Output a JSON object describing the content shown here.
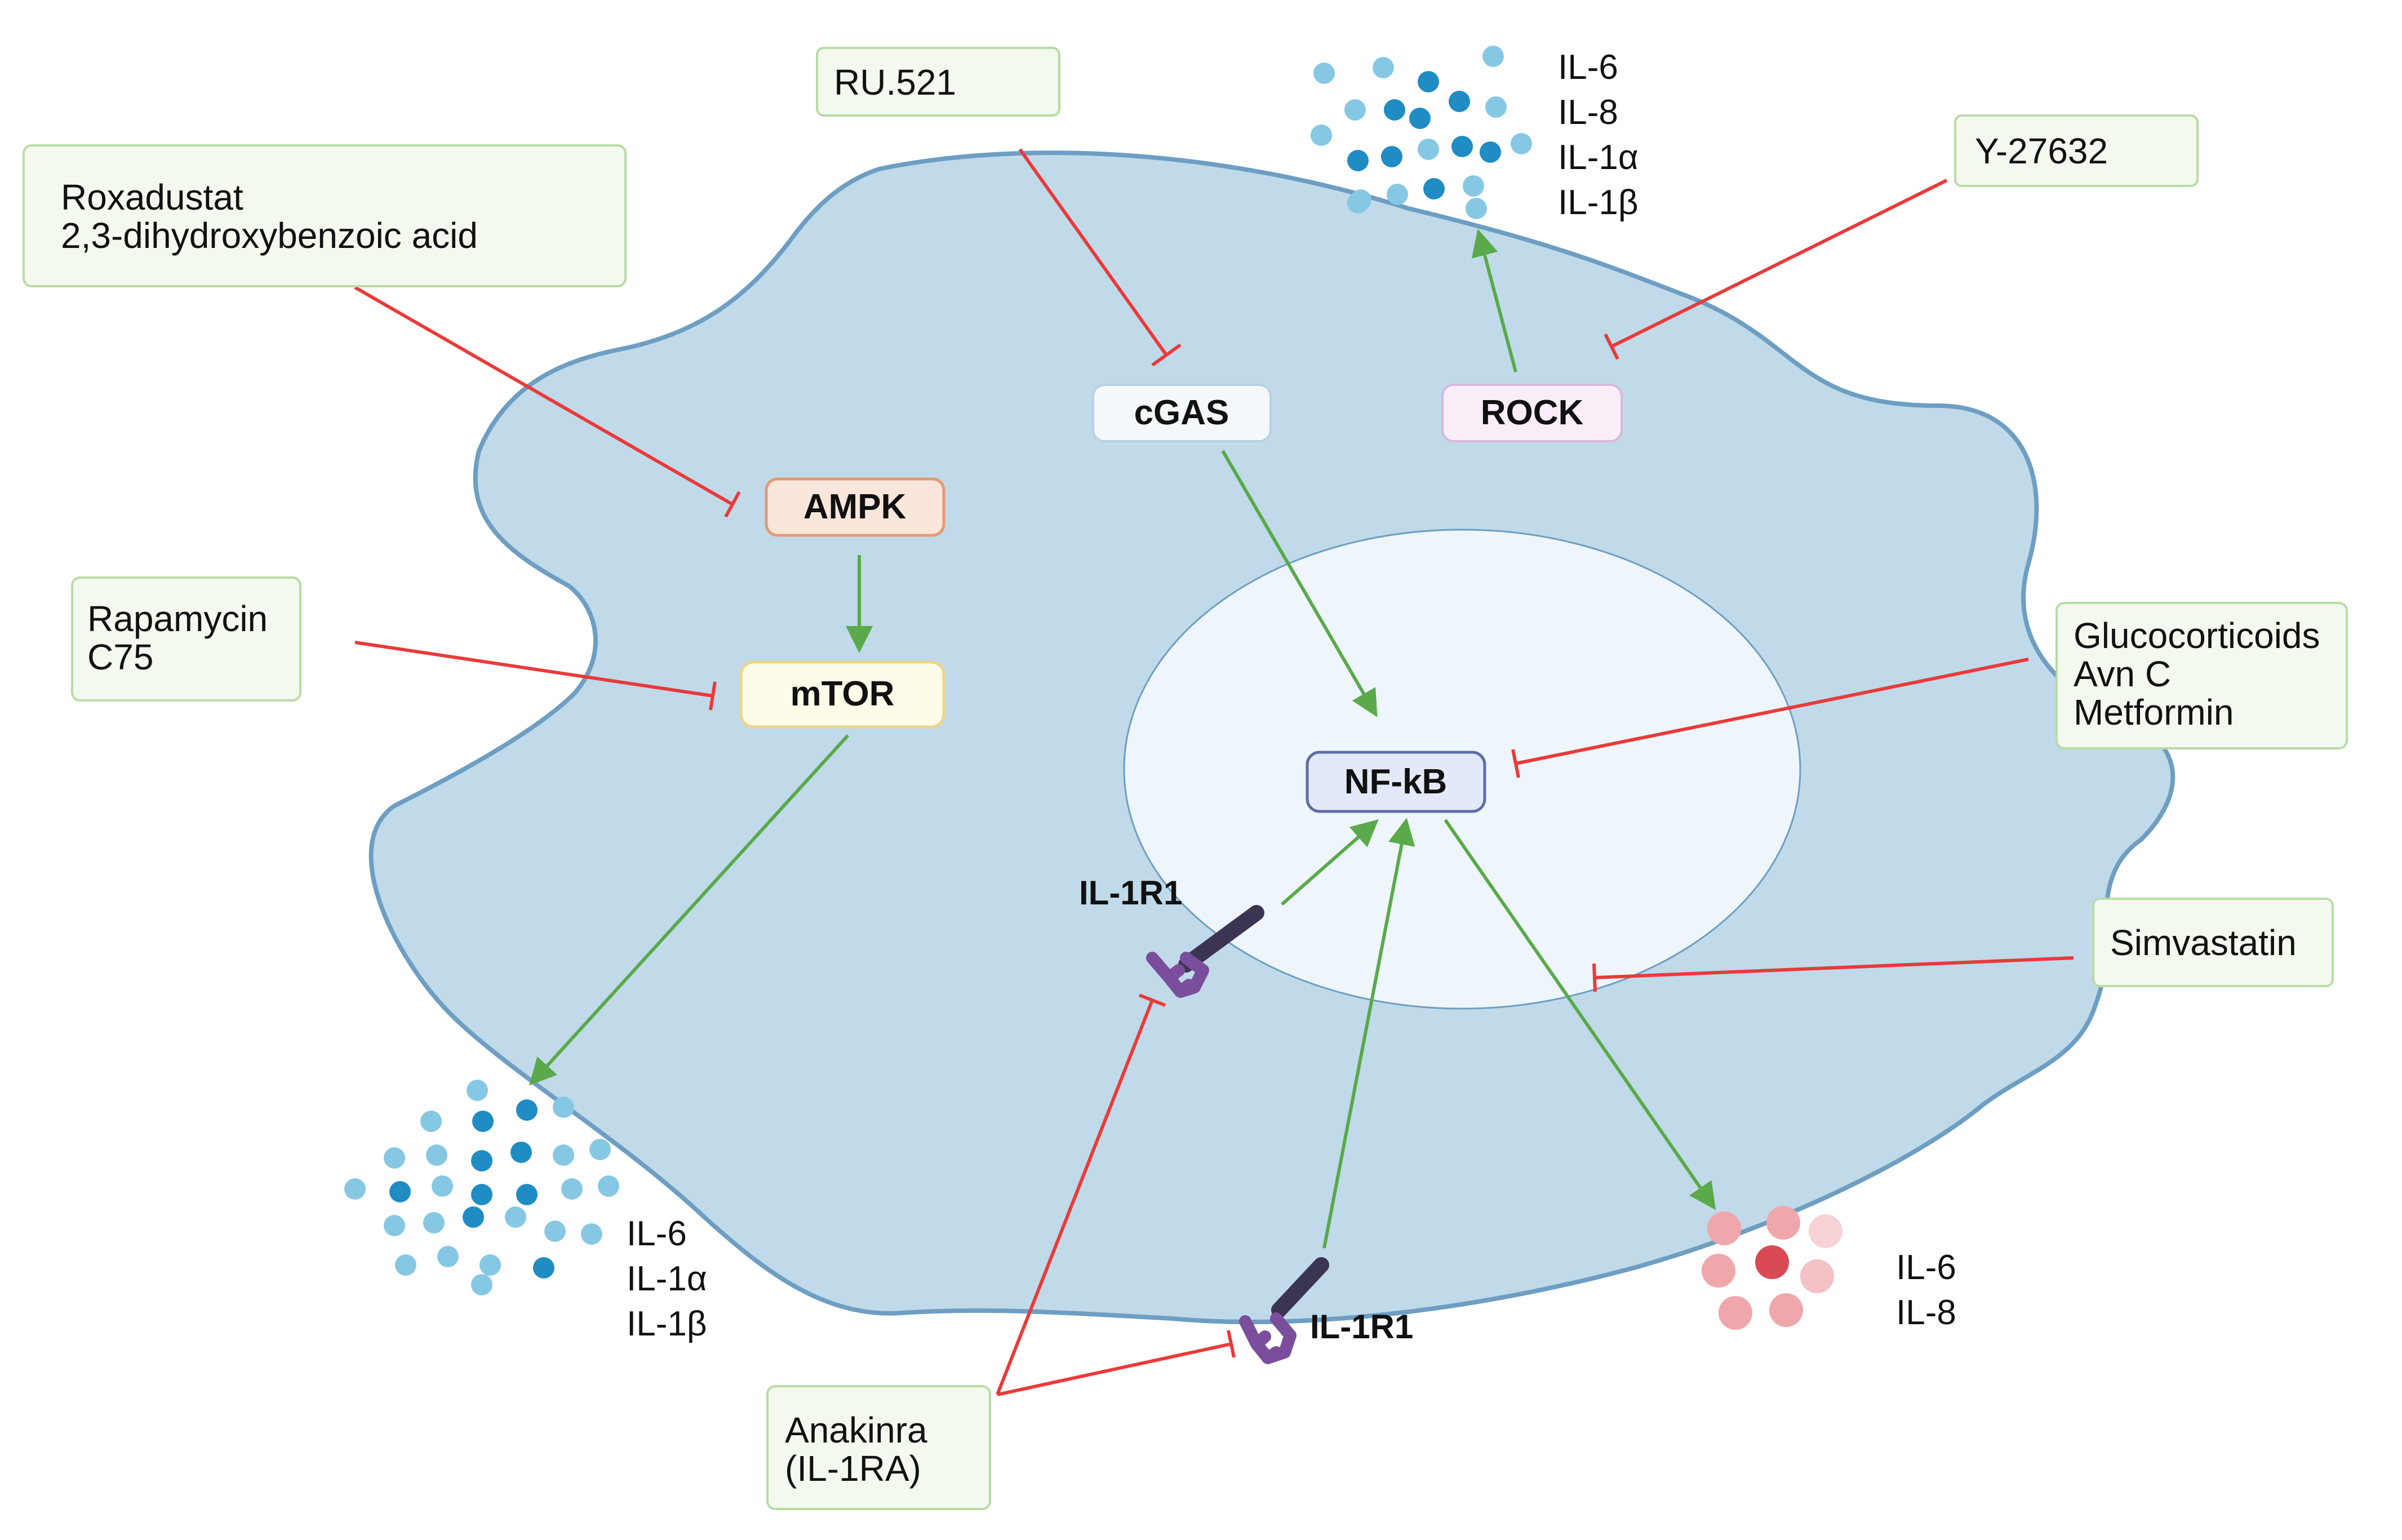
{
  "drugs": {
    "ru521": [
      "RU.521"
    ],
    "roxadustat": [
      "Roxadustat",
      "2,3-dihydroxybenzoic acid"
    ],
    "y27632": [
      "Y-27632"
    ],
    "rapamycin": [
      "Rapamycin",
      "C75"
    ],
    "glucocorticoids": [
      "Glucocorticoids",
      "Avn C",
      "Metformin"
    ],
    "simvastatin": [
      "Simvastatin"
    ],
    "anakinra": [
      "Anakinra",
      "(IL-1RA)"
    ]
  },
  "nodes": {
    "ampk": "AMPK",
    "mtor": "mTOR",
    "cgas": "cGAS",
    "rock": "ROCK",
    "nfkb": "NF-kB"
  },
  "receptors": {
    "upper": "IL-1R1",
    "lower": "IL-1R1"
  },
  "cytokines": {
    "top": [
      "IL-6",
      "IL-8",
      "IL-1α",
      "IL-1β"
    ],
    "left": [
      "IL-6",
      "IL-1α",
      "IL-1β"
    ],
    "right": [
      "IL-6",
      "IL-8"
    ]
  },
  "colors": {
    "cell_fill": "#c0dae9",
    "cell_stroke": "#6e9ec2",
    "nucleus_fill": "#eef6fb",
    "activation": "#5aa94a",
    "inhibition": "#ea3a3a",
    "drug_box_fill": "#f3f9ee",
    "drug_box_stroke": "#b9dba6",
    "ampk_fill": "#fbe6dc",
    "ampk_stroke": "#e49a73",
    "mtor_fill": "#fffbe9",
    "mtor_stroke": "#edd48a",
    "cgas_fill": "#f4f8fb",
    "cgas_stroke": "#b9d0e2",
    "rock_fill": "#f9eef8",
    "rock_stroke": "#d9b7dc",
    "nfkb_fill": "#e3e9f8",
    "nfkb_stroke": "#5d6ea8",
    "receptor_purple": "#7a4e9c",
    "receptor_dark": "#3b3552",
    "blue_dark": "#1f8cc4",
    "blue_light": "#86c8e4",
    "red_dark": "#d94a54",
    "red_light": "#efa7ab"
  }
}
